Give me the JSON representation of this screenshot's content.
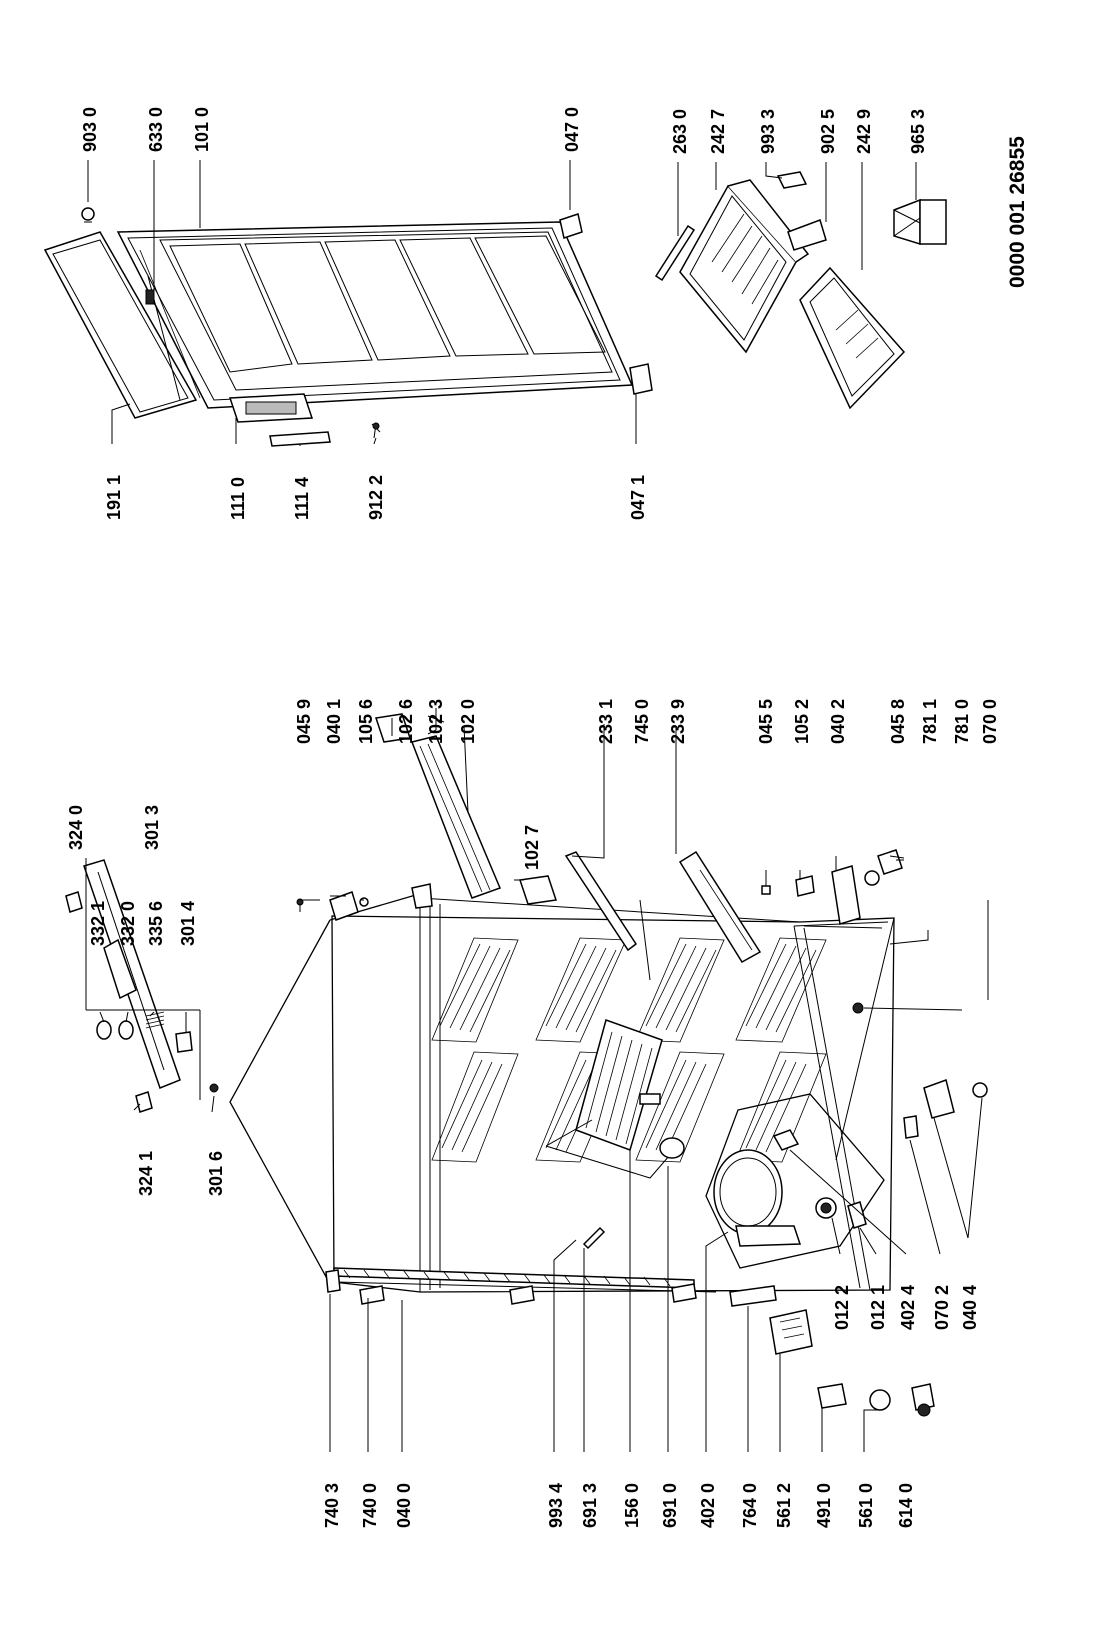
{
  "drawing": {
    "reference_number": "0000 001 26855",
    "labels": {
      "l3240": "324 0",
      "l3241": "324 1",
      "l3321": "332 1",
      "l3320": "332 0",
      "l3356": "335 6",
      "l3014": "301 4",
      "l3013": "301 3",
      "l3016": "301 6",
      "l0459": "045 9",
      "l0401": "040 1",
      "l1056": "105 6",
      "l1026": "102 6",
      "l1023": "102 3",
      "l1020": "102 0",
      "l1027": "102 7",
      "l2331": "233 1",
      "l7450": "745 0",
      "l2339": "233 9",
      "l0455": "045 5",
      "l1052": "105 2",
      "l0402": "040 2",
      "l0458": "045 8",
      "l7811": "781 1",
      "l7810": "781 0",
      "l0700": "070 0",
      "l7403": "740 3",
      "l7400": "740 0",
      "l0400": "040 0",
      "l9934": "993 4",
      "l6913": "691 3",
      "l1560": "156 0",
      "l6910": "691 0",
      "l4020": "402 0",
      "l7640": "764 0",
      "l5612": "561 2",
      "l4910": "491 0",
      "l5610": "561 0",
      "l6140": "614 0",
      "l0122": "012 2",
      "l0121": "012 1",
      "l4024": "402 4",
      "l0702": "070 2",
      "l0404": "040 4",
      "l9030": "903 0",
      "l6330": "633 0",
      "l1010": "101 0",
      "l0470": "047 0",
      "l1911": "191 1",
      "l1110": "111 0",
      "l1114": "111 4",
      "l9122": "912 2",
      "l0471": "047 1",
      "l2630": "263 0",
      "l2427": "242 7",
      "l9933": "993 3",
      "l9025": "902 5",
      "l2429": "242 9",
      "l9653": "965 3"
    }
  }
}
